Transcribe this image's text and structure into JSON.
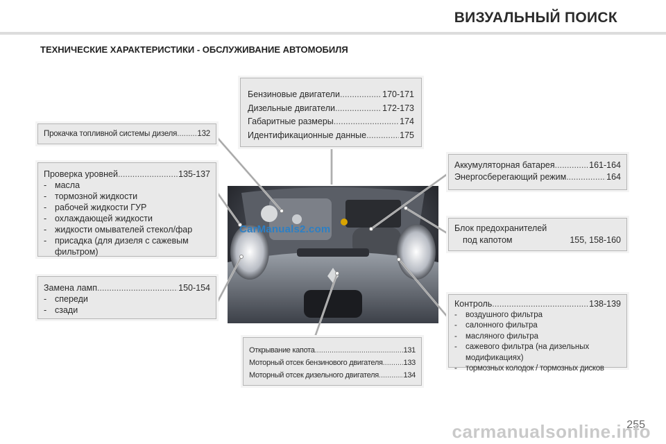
{
  "header": {
    "title": "ВИЗУАЛЬНЫЙ ПОИСК",
    "section": "ТЕХНИЧЕСКИЕ ХАРАКТЕРИСТИКИ - ОБСЛУЖИВАНИЕ АВТОМОБИЛЯ"
  },
  "boxes": {
    "engines": {
      "rows": [
        {
          "label": "Бензиновые двигатели",
          "page": "170-171"
        },
        {
          "label": "Дизельные двигатели",
          "page": "172-173"
        },
        {
          "label": "Габаритные размеры",
          "page": "174"
        },
        {
          "label": "Идентификационные данные",
          "page": "175"
        }
      ]
    },
    "fuel_priming": {
      "label": "Прокачка топливной системы дизеля",
      "page": "132"
    },
    "levels": {
      "label": "Проверка уровней",
      "page": "135-137",
      "items": [
        "масла",
        "тормозной жидкости",
        "рабочей жидкости ГУР",
        "охлаждающей жидкости",
        "жидкости омывателей стекол/фар",
        "присадка (для дизеля с сажевым фильтром)"
      ]
    },
    "lamps": {
      "label": "Замена ламп",
      "page": "150-154",
      "items": [
        "спереди",
        "сзади"
      ]
    },
    "battery": {
      "rows": [
        {
          "label": "Аккумуляторная батарея",
          "page": "161-164"
        },
        {
          "label": "Энергосберегающий режим",
          "page": "164"
        }
      ]
    },
    "fuses": {
      "label": "Блок предохранителей",
      "sub_label": "под капотом",
      "page": "155, 158-160"
    },
    "control": {
      "label": "Контроль",
      "page": "138-139",
      "items": [
        "воздушного фильтра",
        "салонного фильтра",
        "масляного фильтра",
        "сажевого фильтра (на дизельных модификациях)",
        "тормозных колодок / тормозных дисков"
      ]
    },
    "bonnet": {
      "rows": [
        {
          "label": "Открывание капота",
          "page": "131"
        },
        {
          "label": "Моторный отсек бензинового двигателя",
          "page": "133"
        },
        {
          "label": "Моторный отсек дизельного двигателя",
          "page": "134"
        }
      ]
    }
  },
  "dash": "-",
  "photo_watermark": "CarManuals2.com",
  "page_number": "255",
  "footer_watermark": "carmanualsonline.info"
}
